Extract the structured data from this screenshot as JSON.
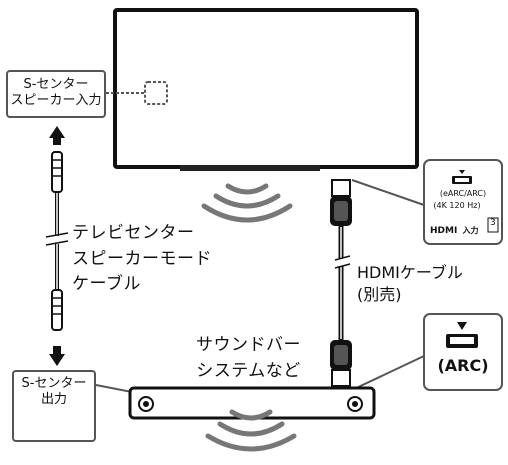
{
  "s_center_speaker_input": {
    "line1": "S-センター",
    "line2": "スピーカー入力"
  },
  "s_center_output": {
    "line1": "S-センター",
    "line2": "出力"
  },
  "tv_speaker_mode": {
    "line1": "テレビセンター",
    "line2": "スピーカーモード",
    "line3": "ケーブル"
  },
  "hdmi_cable": {
    "line1": "HDMIケーブル",
    "line2": "(別売)"
  },
  "soundbar": {
    "line1": "サウンドバー",
    "line2": "システムなど"
  },
  "tv_hdmi_port": {
    "earc": "(eARC/ARC)",
    "spec": "(4K 120 Hz)",
    "number": "3",
    "logo": "HDMI",
    "input": "入力"
  },
  "soundbar_hdmi_port": {
    "arc": "(ARC)"
  }
}
